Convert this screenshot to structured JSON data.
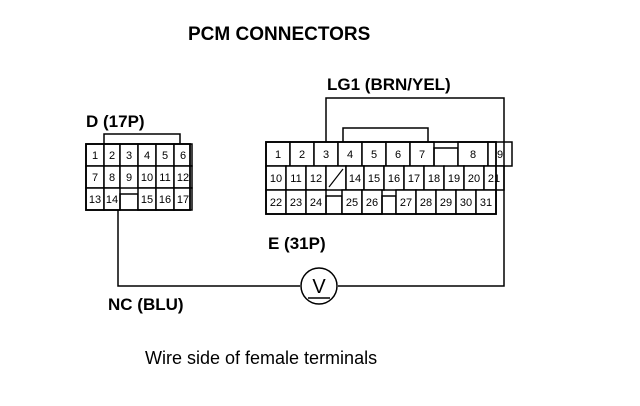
{
  "title": "PCM CONNECTORS",
  "caption": "Wire side of female terminals",
  "meter_symbol": "V",
  "labels": {
    "lg1": "LG1 (BRN/YEL)",
    "nc": "NC (BLU)"
  },
  "connector_d": {
    "name": "D (17P)",
    "rows": [
      [
        "1",
        "2",
        "3",
        "4",
        "5",
        "6"
      ],
      [
        "7",
        "8",
        "9",
        "10",
        "11",
        "12"
      ],
      [
        "13",
        "14",
        "",
        "15",
        "16",
        "17"
      ]
    ]
  },
  "connector_e": {
    "name": "E (31P)",
    "rows": [
      [
        "1",
        "2",
        "3",
        "4",
        "5",
        "6",
        "7",
        "",
        "8",
        "9"
      ],
      [
        "10",
        "11",
        "12",
        "/",
        "14",
        "15",
        "16",
        "17",
        "18",
        "19",
        "20",
        "21"
      ],
      [
        "22",
        "23",
        "24",
        "",
        "25",
        "26",
        "",
        "27",
        "28",
        "29",
        "30",
        "31"
      ]
    ]
  },
  "colors": {
    "line": "#000000",
    "background": "#ffffff"
  }
}
